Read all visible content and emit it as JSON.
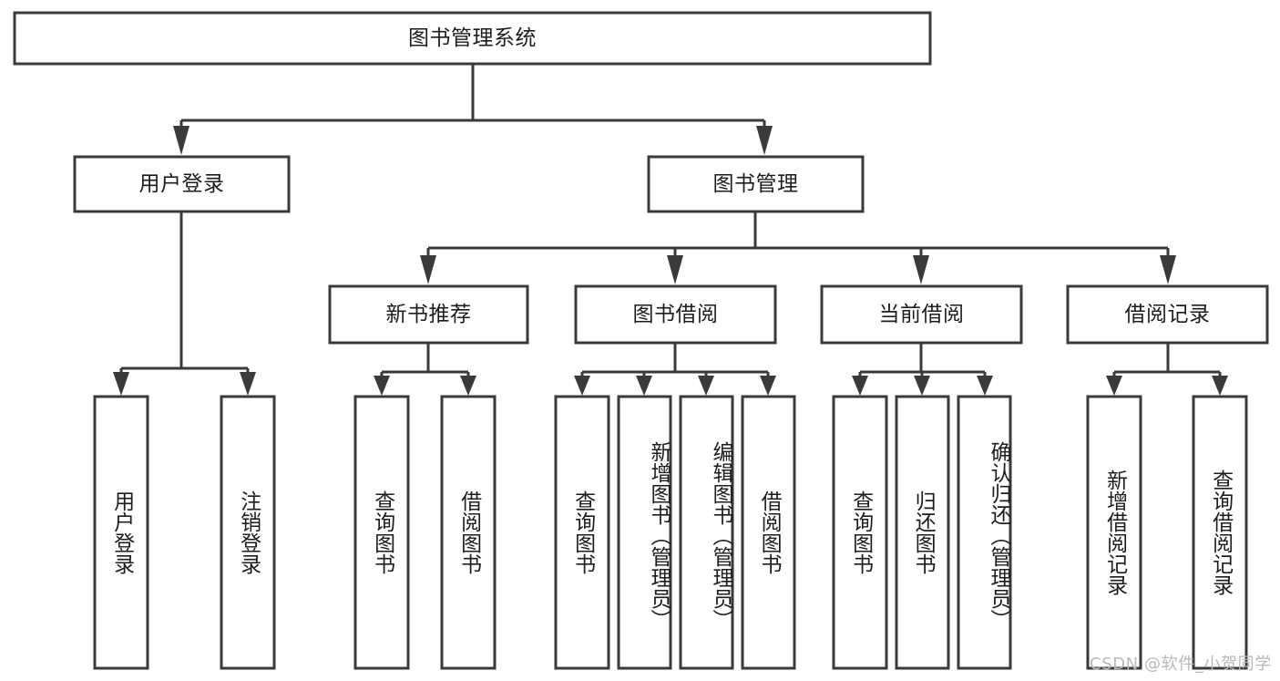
{
  "diagram": {
    "type": "tree",
    "title": "图书管理系统",
    "orientation": "top-down",
    "colors": {
      "stroke": "#3a3a3a",
      "fill": "#ffffff",
      "text": "#1d1d1d",
      "watermark": "#b9b9b9",
      "background": "#ffffff"
    },
    "root": {
      "id": "root",
      "label": "图书管理系统",
      "text_direction": "horizontal"
    },
    "level2": [
      {
        "id": "user-login",
        "label": "用户登录",
        "text_direction": "horizontal"
      },
      {
        "id": "book-manage",
        "label": "图书管理",
        "text_direction": "horizontal"
      }
    ],
    "level3": [
      {
        "id": "new-book-recommend",
        "label": "新书推荐",
        "parent": "book-manage",
        "text_direction": "horizontal"
      },
      {
        "id": "book-borrow",
        "label": "图书借阅",
        "parent": "book-manage",
        "text_direction": "horizontal"
      },
      {
        "id": "current-borrow",
        "label": "当前借阅",
        "parent": "book-manage",
        "text_direction": "horizontal"
      },
      {
        "id": "borrow-record",
        "label": "借阅记录",
        "parent": "book-manage",
        "text_direction": "horizontal"
      }
    ],
    "leaves": [
      {
        "id": "leaf-user-login",
        "label": "用户登录",
        "parent": "user-login",
        "text_direction": "vertical",
        "align": "center"
      },
      {
        "id": "leaf-user-logout",
        "label": "注销登录",
        "parent": "user-login",
        "text_direction": "vertical",
        "align": "center"
      },
      {
        "id": "leaf-query-book-1",
        "label": "查询图书",
        "parent": "new-book-recommend",
        "text_direction": "vertical",
        "align": "center"
      },
      {
        "id": "leaf-borrow-book-1",
        "label": "借阅图书",
        "parent": "new-book-recommend",
        "text_direction": "vertical",
        "align": "center"
      },
      {
        "id": "leaf-query-book-2",
        "label": "查询图书",
        "parent": "book-borrow",
        "text_direction": "vertical",
        "align": "center"
      },
      {
        "id": "leaf-add-book-admin",
        "label": "新增图书（管理员）",
        "parent": "book-borrow",
        "text_direction": "vertical",
        "align": "start"
      },
      {
        "id": "leaf-edit-book-admin",
        "label": "编辑图书（管理员）",
        "parent": "book-borrow",
        "text_direction": "vertical",
        "align": "start"
      },
      {
        "id": "leaf-borrow-book-2",
        "label": "借阅图书",
        "parent": "book-borrow",
        "text_direction": "vertical",
        "align": "center"
      },
      {
        "id": "leaf-query-book-3",
        "label": "查询图书",
        "parent": "current-borrow",
        "text_direction": "vertical",
        "align": "center"
      },
      {
        "id": "leaf-return-book",
        "label": "归还图书",
        "parent": "current-borrow",
        "text_direction": "vertical",
        "align": "center"
      },
      {
        "id": "leaf-confirm-return-admin",
        "label": "确认归还（管理员）",
        "parent": "current-borrow",
        "text_direction": "vertical",
        "align": "start"
      },
      {
        "id": "leaf-add-borrow-record",
        "label": "新增借阅记录",
        "parent": "borrow-record",
        "text_direction": "vertical",
        "align": "center"
      },
      {
        "id": "leaf-query-borrow-record",
        "label": "查询借阅记录",
        "parent": "borrow-record",
        "text_direction": "vertical",
        "align": "center"
      }
    ],
    "watermark": {
      "text": "CSDN @软件_小贺同学"
    }
  }
}
